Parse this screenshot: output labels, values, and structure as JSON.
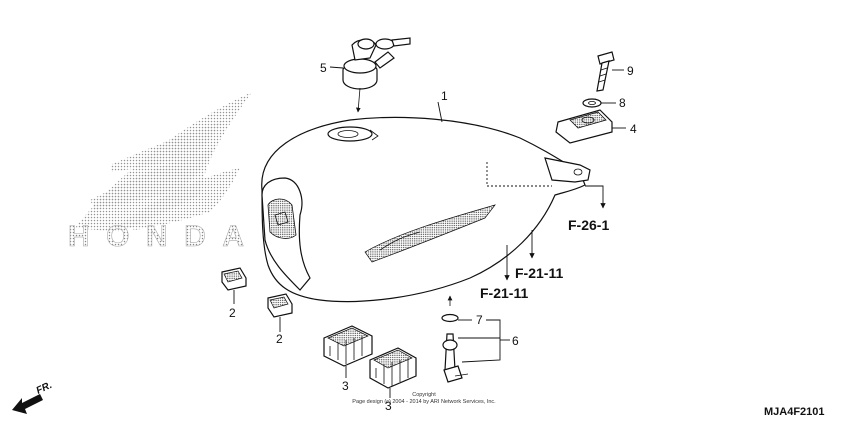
{
  "diagram": {
    "watermark": {
      "brand": "HONDA"
    },
    "callouts": [
      {
        "id": "c1",
        "number": "1"
      },
      {
        "id": "c2a",
        "number": "2"
      },
      {
        "id": "c2b",
        "number": "2"
      },
      {
        "id": "c3a",
        "number": "3"
      },
      {
        "id": "c3b",
        "number": "3"
      },
      {
        "id": "c4",
        "number": "4"
      },
      {
        "id": "c5",
        "number": "5"
      },
      {
        "id": "c6",
        "number": "6"
      },
      {
        "id": "c7",
        "number": "7"
      },
      {
        "id": "c8",
        "number": "8"
      },
      {
        "id": "c9",
        "number": "9"
      }
    ],
    "references": {
      "f26": "F-26-1",
      "f21_upper": "F-21-11",
      "f21_lower": "F-21-11"
    },
    "direction_label": "FR.",
    "diagram_code": "MJA4F2101",
    "copyright": {
      "line1": "Copyright",
      "line2": "Page design (c) 2004 - 2014 by ARI Network Services, Inc."
    }
  }
}
